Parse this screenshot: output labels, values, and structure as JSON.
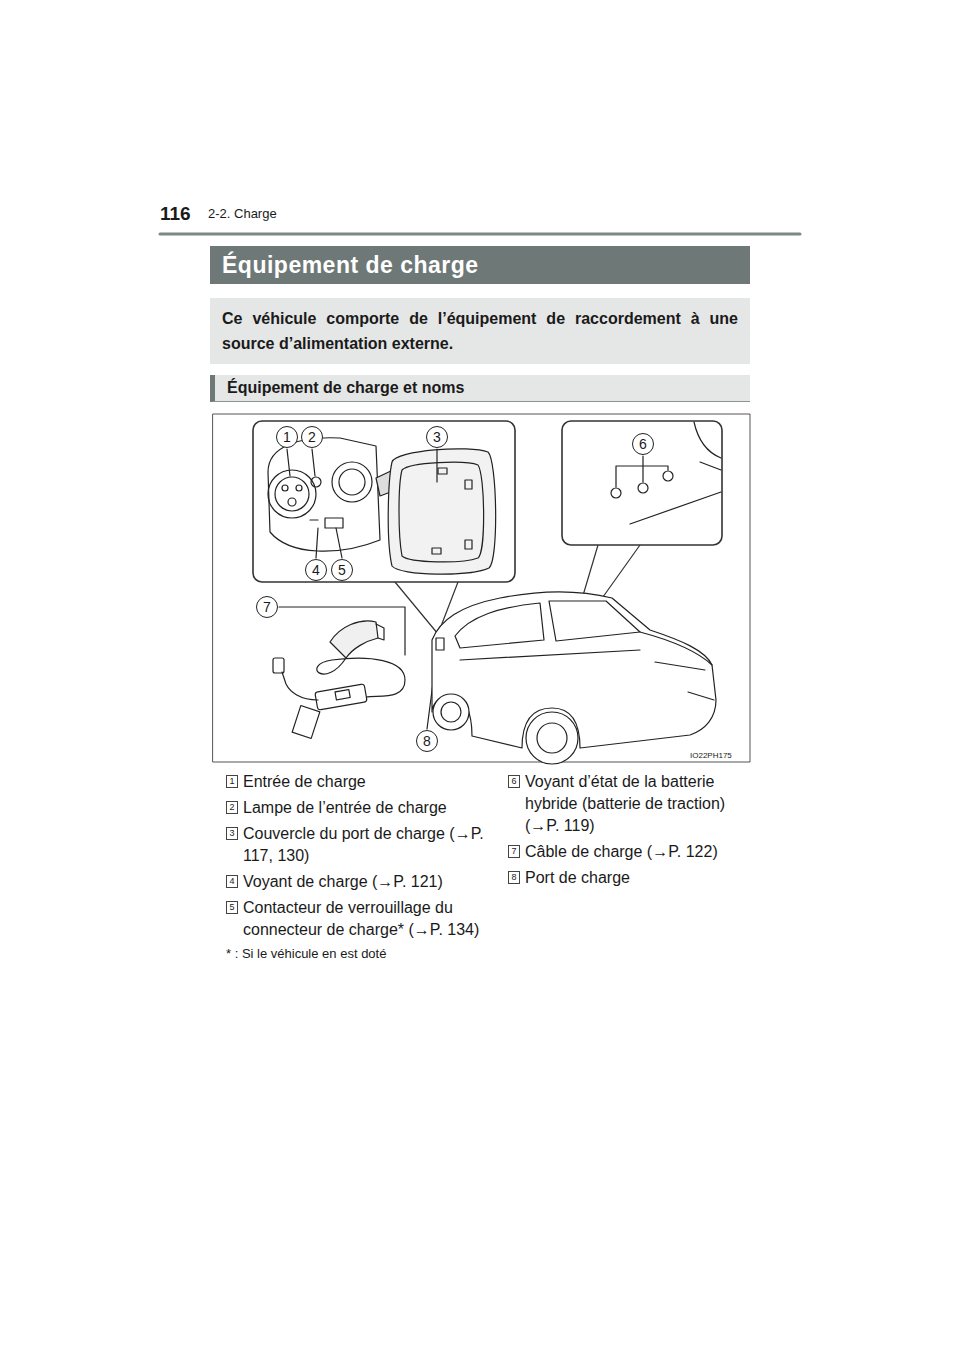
{
  "diagram": {
    "title": "Équipement de charge",
    "nodes": [
      {
        "text": [
          "Ce véhicule comporte de l’équipement de raccordement à une source d’alimentation externe."
        ]
      },
      {
        "text": [
          "Équipement de charge et noms"
        ]
      },
      {
        "text": [
          "1"
        ]
      },
      {
        "text": [
          "2"
        ]
      },
      {
        "text": [
          "3"
        ]
      },
      {
        "text": [
          "4"
        ]
      },
      {
        "text": [
          "5"
        ]
      },
      {
        "text": [
          "6"
        ]
      },
      {
        "text": [
          "7"
        ]
      },
      {
        "text": [
          "8"
        ]
      },
      {
        "text": [
          "1"
        ]
      },
      {
        "text": [
          "2"
        ]
      },
      {
        "text": [
          "3"
        ]
      },
      {
        "text": [
          "4"
        ]
      },
      {
        "text": [
          "5"
        ]
      },
      {
        "text": [
          "6"
        ]
      },
      {
        "text": [
          "7"
        ]
      },
      {
        "text": [
          "8"
        ]
      }
    ],
    "labels": [
      "116",
      "2-2. Charge",
      "IO22PH175",
      "Entrée de charge",
      "Lampe de l’entrée de charge",
      "Couvercle du port de charge (→P. 117, 130)",
      "Voyant de charge (→P. 121)",
      "Contacteur de verrouillage du connecteur de charge* (→P. 134)",
      "Voyant d’état de la batterie hybride (batterie de traction) (→P. 119)",
      "Câble de charge (→P. 122)",
      "Port de charge",
      "* : Si le véhicule en est doté"
    ]
  }
}
